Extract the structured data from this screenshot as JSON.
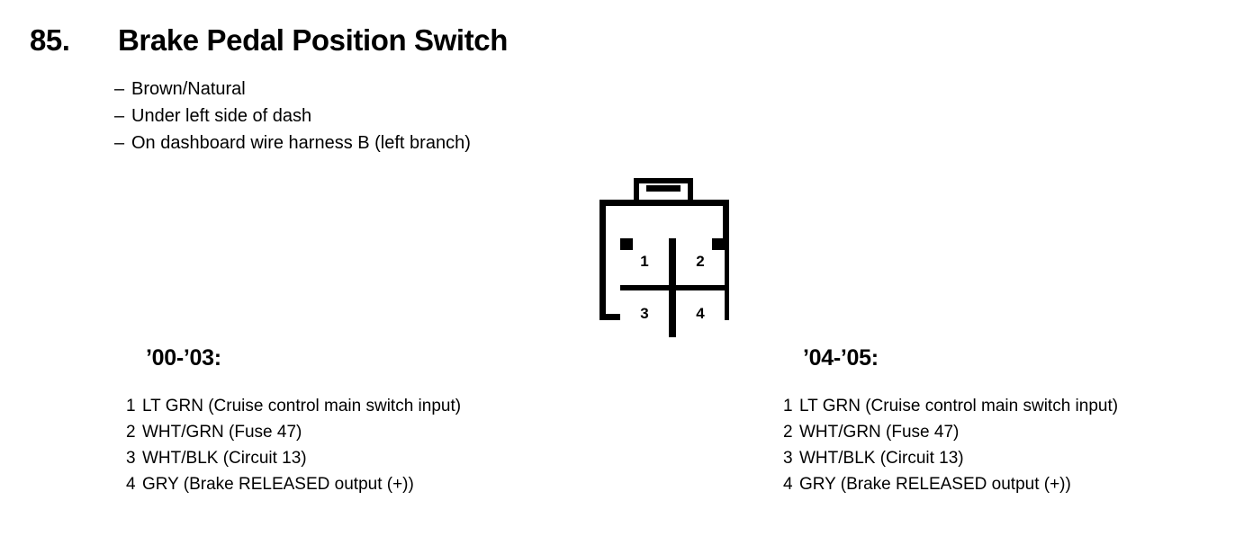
{
  "header": {
    "number": "85.",
    "title": "Brake Pedal Position Switch"
  },
  "bullets": [
    {
      "dash": "–",
      "text": "Brown/Natural"
    },
    {
      "dash": "–",
      "text": "Under left side of dash"
    },
    {
      "dash": "–",
      "text": "On dashboard wire harness B (left branch)"
    }
  ],
  "connector": {
    "name": "4-pin-connector-diagram",
    "cavities": [
      {
        "number": "1",
        "keyed": true
      },
      {
        "number": "2",
        "keyed": true
      },
      {
        "number": "3",
        "keyed": false
      },
      {
        "number": "4",
        "keyed": false
      }
    ]
  },
  "columns": [
    {
      "heading": "’00-’03:",
      "pins": [
        {
          "num": "1",
          "text": "LT GRN (Cruise control main switch input)"
        },
        {
          "num": "2",
          "text": "WHT/GRN (Fuse 47)"
        },
        {
          "num": "3",
          "text": "WHT/BLK (Circuit 13)"
        },
        {
          "num": "4",
          "text": "GRY (Brake RELEASED output (+))"
        }
      ]
    },
    {
      "heading": "’04-’05:",
      "pins": [
        {
          "num": "1",
          "text": "LT GRN (Cruise control main switch input)"
        },
        {
          "num": "2",
          "text": "WHT/GRN (Fuse 47)"
        },
        {
          "num": "3",
          "text": "WHT/BLK (Circuit 13)"
        },
        {
          "num": "4",
          "text": "GRY (Brake RELEASED output (+))"
        }
      ]
    }
  ]
}
